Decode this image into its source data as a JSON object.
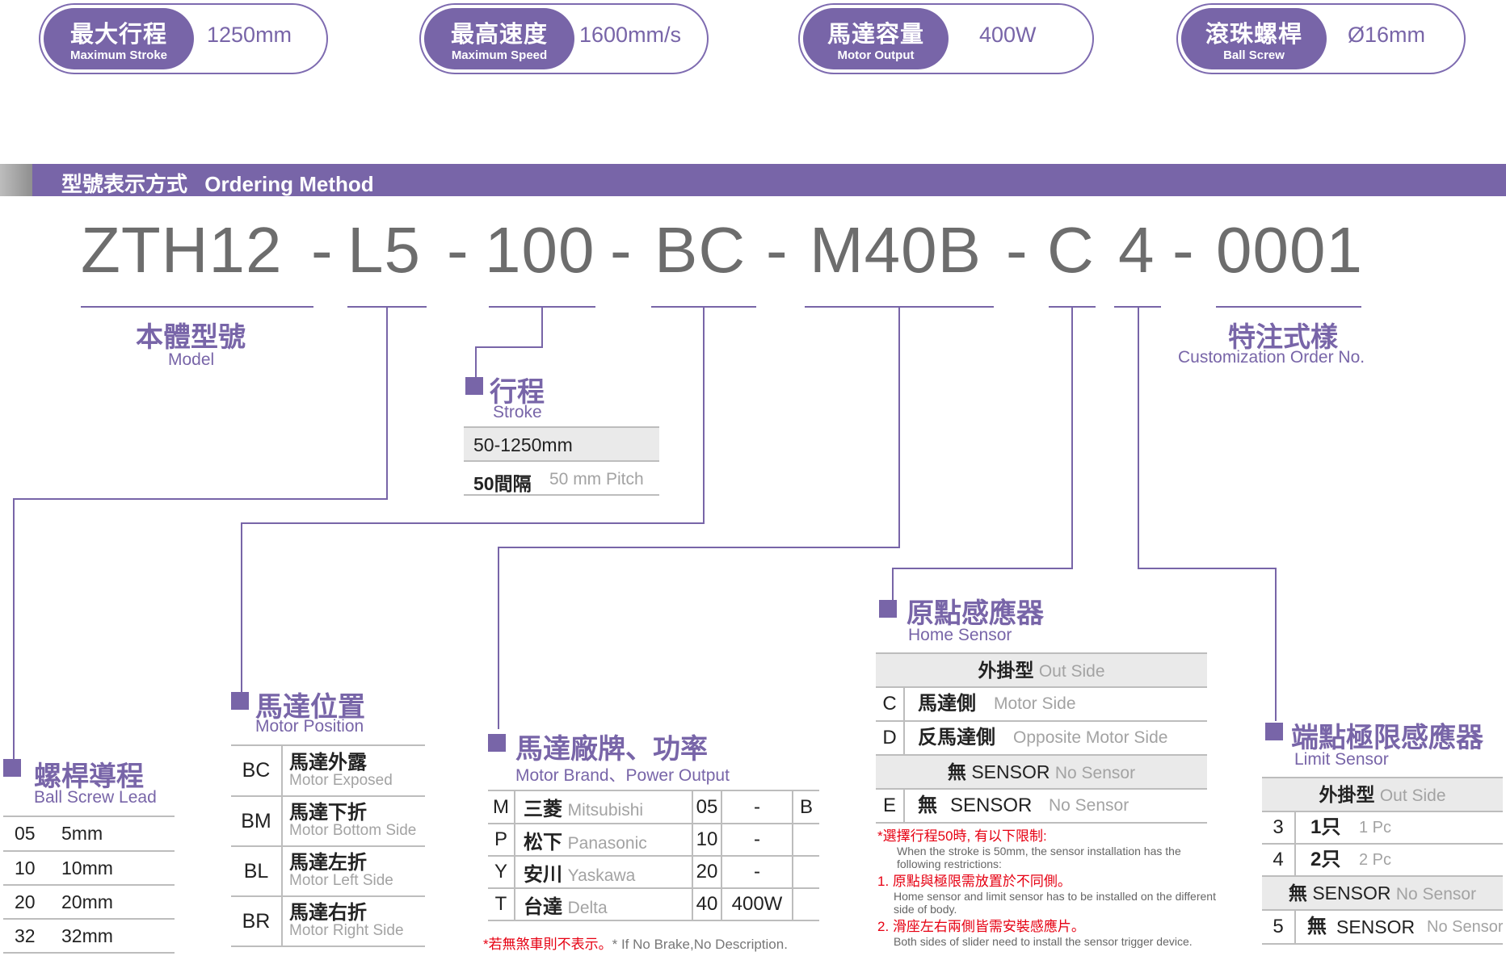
{
  "specs": [
    {
      "zh": "最大行程",
      "en": "Maximum Stroke",
      "value": "1250mm"
    },
    {
      "zh": "最高速度",
      "en": "Maximum Speed",
      "value": "1600mm/s"
    },
    {
      "zh": "馬達容量",
      "en": "Motor Output",
      "value": "400W"
    },
    {
      "zh": "滾珠螺桿",
      "en": "Ball Screw",
      "value": "Ø16mm"
    }
  ],
  "section_bar": {
    "zh": "型號表示方式",
    "en": "Ordering Method"
  },
  "model_code": [
    "ZTH12",
    "-",
    "L5",
    "-",
    "100",
    "-",
    "BC",
    "-",
    "M40B",
    "-",
    "C",
    "4",
    "-",
    "0001"
  ],
  "model_label": {
    "zh": "本體型號",
    "en": "Model"
  },
  "custom_label": {
    "zh": "特注式樣",
    "en": "Customization Order No."
  },
  "stroke": {
    "zh": "行程",
    "en": "Stroke",
    "range": "50-1250mm",
    "pitch_zh": "50間隔",
    "pitch_en": "50 mm Pitch"
  },
  "lead": {
    "zh": "螺桿導程",
    "en": "Ball Screw Lead",
    "rows": [
      [
        "05",
        "5mm"
      ],
      [
        "10",
        "10mm"
      ],
      [
        "20",
        "20mm"
      ],
      [
        "32",
        "32mm"
      ]
    ]
  },
  "motor_position": {
    "zh": "馬達位置",
    "en": "Motor Position",
    "rows": [
      [
        "BC",
        "馬達外露",
        "Motor Exposed"
      ],
      [
        "BM",
        "馬達下折",
        "Motor Bottom Side"
      ],
      [
        "BL",
        "馬達左折",
        "Motor Left Side"
      ],
      [
        "BR",
        "馬達右折",
        "Motor Right Side"
      ]
    ]
  },
  "motor_brand": {
    "zh": "馬達廠牌、功率",
    "en": "Motor Brand、Power Output",
    "rows": [
      [
        "M",
        "三菱",
        "Mitsubishi",
        "05",
        "-",
        "B"
      ],
      [
        "P",
        "松下",
        "Panasonic",
        "10",
        "-",
        ""
      ],
      [
        "Y",
        "安川",
        "Yaskawa",
        "20",
        "-",
        ""
      ],
      [
        "T",
        "台達",
        "Delta",
        "40",
        "400W",
        ""
      ]
    ],
    "note_zh": "*若無煞車則不表示。",
    "note_en": "* If No Brake,No Description."
  },
  "home_sensor": {
    "zh": "原點感應器",
    "en": "Home Sensor",
    "out_zh": "外掛型",
    "out_en": "Out Side",
    "rows": [
      [
        "C",
        "馬達側",
        "Motor Side"
      ],
      [
        "D",
        "反馬達側",
        "Opposite Motor Side"
      ]
    ],
    "none_zh": "無",
    "none_mid": "SENSOR",
    "none_en": "No Sensor",
    "e_code": "E",
    "notes": [
      {
        "zh": "*選擇行程50時, 有以下限制:",
        "en": "When the stroke is 50mm, the sensor installation has the following restrictions:"
      },
      {
        "zh": "1. 原點與極限需放置於不同側。",
        "en": "Home sensor and limit sensor has to be installed on the different side of body."
      },
      {
        "zh": "2. 滑座左右兩側皆需安裝感應片。",
        "en": "Both sides of slider need to install the sensor trigger device."
      }
    ]
  },
  "limit_sensor": {
    "zh": "端點極限感應器",
    "en": "Limit Sensor",
    "out_zh": "外掛型",
    "out_en": "Out Side",
    "rows": [
      [
        "3",
        "1只",
        "1 Pc"
      ],
      [
        "4",
        "2只",
        "2 Pc"
      ]
    ],
    "none_zh": "無",
    "none_mid": "SENSOR",
    "none_en": "No Sensor",
    "code5": "5"
  },
  "colors": {
    "accent": "#7865a8",
    "text": "#6d6d6d",
    "note": "#e60012"
  }
}
